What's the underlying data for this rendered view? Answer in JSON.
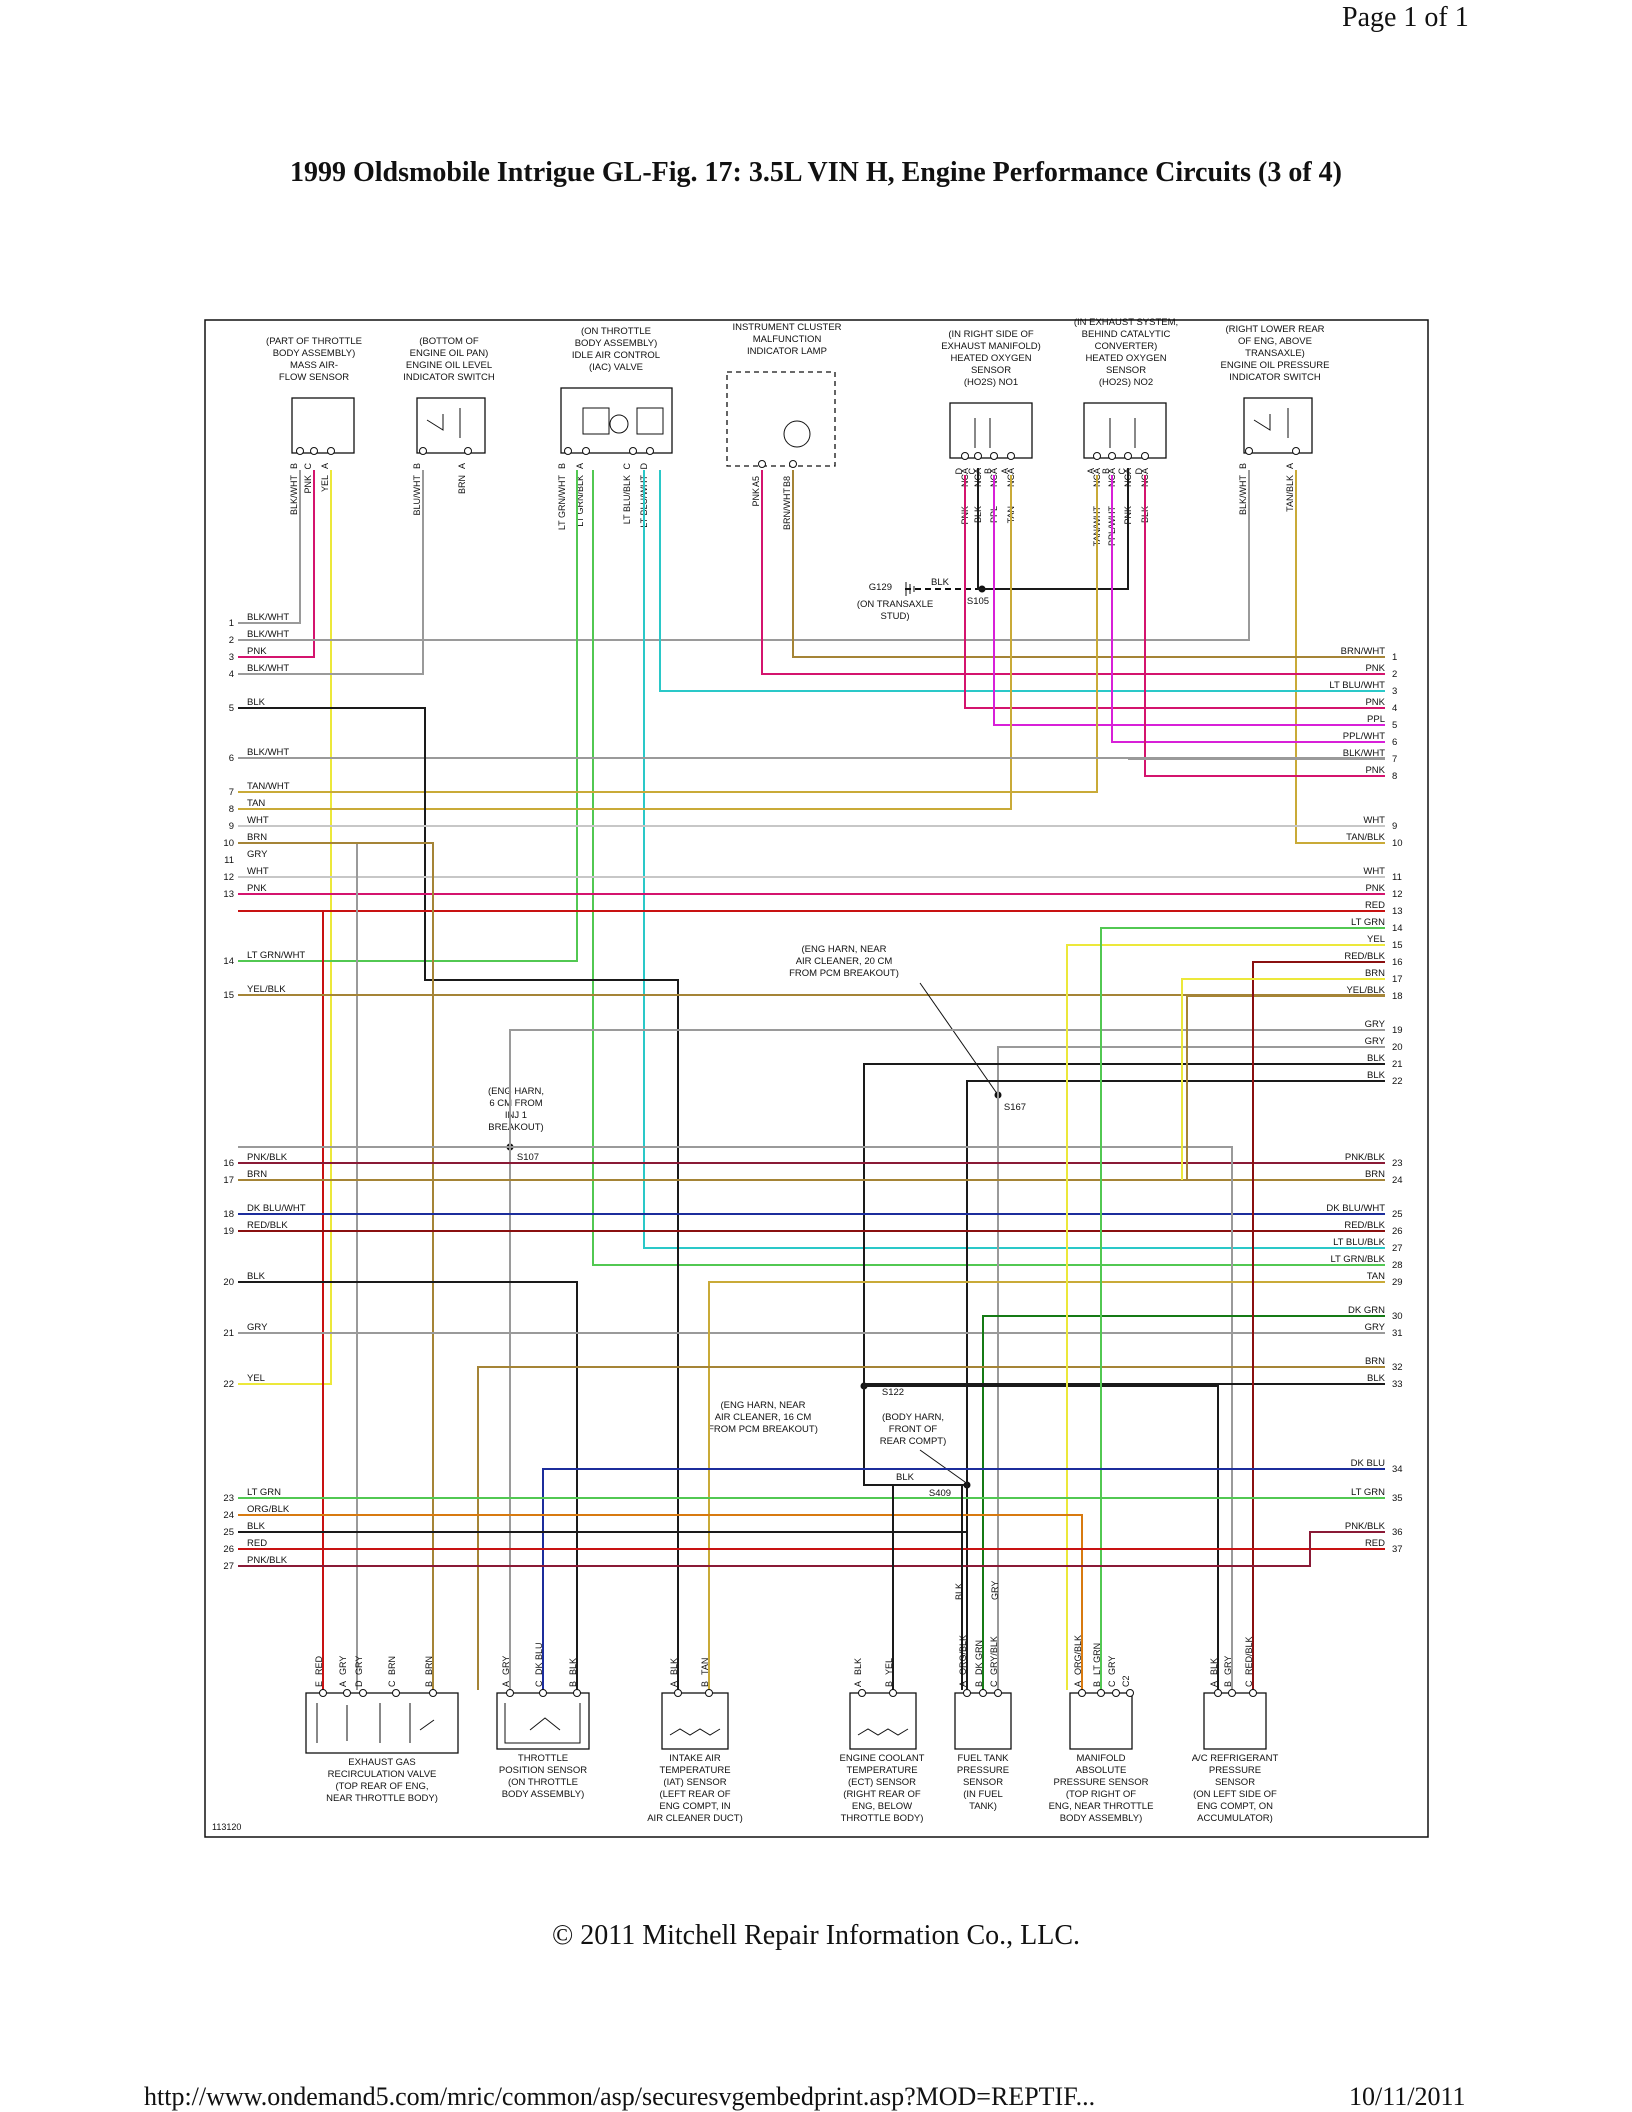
{
  "page": {
    "page_label": "Page 1 of 1",
    "title": "1999 Oldsmobile Intrigue GL-Fig. 17: 3.5L VIN H, Engine Performance Circuits (3 of 4)",
    "copyright": "© 2011 Mitchell Repair Information Co., LLC.",
    "url": "http://www.ondemand5.com/mric/common/asp/securesvgembedprint.asp?MOD=REPTIF...",
    "date": "10/11/2011",
    "figure_id": "113120"
  },
  "colors": {
    "BLK": "#1a1a1a",
    "PNK": "#d4146e",
    "YEL": "#ece83a",
    "BRN": "#a58436",
    "TAN": "#c9aa38",
    "GRY": "#9a9a9a",
    "WHT": "#c7c7c7",
    "RED": "#c81212",
    "LTGRN": "#52c852",
    "LTBLU": "#2ac8c8",
    "DKBLU": "#1c2d9c",
    "DKGRN": "#157a15",
    "PPL": "#d820d8",
    "ORG": "#d87a10",
    "PNKBLK": "#8a1a36",
    "REDBLK": "#8a1010"
  },
  "top_components": [
    {
      "desc": [
        "(PART OF THROTTLE",
        "BODY ASSEMBLY)",
        "MASS AIR-",
        "FLOW SENSOR"
      ],
      "pins": [
        "B",
        "C",
        "A"
      ],
      "wires": [
        "BLK/WHT",
        "PNK",
        "YEL"
      ]
    },
    {
      "desc": [
        "(BOTTOM OF",
        "ENGINE OIL PAN)",
        "ENGINE OIL LEVEL",
        "INDICATOR SWITCH"
      ],
      "pins": [
        "B",
        "A"
      ],
      "wires": [
        "BLU/WHT",
        "BRN"
      ]
    },
    {
      "desc": [
        "(ON THROTTLE",
        "BODY ASSEMBLY)",
        "IDLE AIR CONTROL",
        "(IAC) VALVE"
      ],
      "pins": [
        "B",
        "A",
        "C",
        "D"
      ],
      "wires": [
        "LT GRN/WHT",
        "LT GRN/BLK",
        "LT BLU/BLK",
        "LT BLU/WHT"
      ]
    },
    {
      "desc": [
        "INSTRUMENT CLUSTER",
        "MALFUNCTION",
        "INDICATOR LAMP"
      ],
      "pins": [
        "A5",
        "B8"
      ],
      "wires": [
        "PNK",
        "BRN/WHT"
      ]
    },
    {
      "desc": [
        "(IN RIGHT SIDE OF",
        "EXHAUST MANIFOLD)",
        "HEATED OXYGEN",
        "SENSOR",
        "(HO2S) NO1"
      ],
      "pins": [
        "D",
        "C",
        "B",
        "A"
      ],
      "wires": [
        "PNK",
        "BLK",
        "PPL",
        "TAN"
      ]
    },
    {
      "desc": [
        "(IN EXHAUST SYSTEM,",
        "BEHIND CATALYTIC",
        "CONVERTER)",
        "HEATED OXYGEN",
        "SENSOR",
        "(HO2S) NO2"
      ],
      "pins": [
        "A",
        "B",
        "C",
        "D"
      ],
      "wires": [
        "TAN/WHT",
        "PPL/WHT",
        "PNK",
        "BLK"
      ]
    },
    {
      "desc": [
        "(RIGHT LOWER REAR",
        "OF ENG, ABOVE",
        "TRANSAXLE)",
        "ENGINE OIL PRESSURE",
        "INDICATOR SWITCH"
      ],
      "pins": [
        "B",
        "A"
      ],
      "wires": [
        "BLK/WHT",
        "TAN/BLK"
      ]
    }
  ],
  "nca_label": "NCA",
  "ground": {
    "label": "G129",
    "note": [
      "(ON TRANSAXLE",
      "STUD)"
    ],
    "wire": "BLK",
    "splice": "S105"
  },
  "splices": [
    {
      "id": "S167",
      "note": [
        "(ENG HARN, NEAR",
        "AIR CLEANER, 20 CM",
        "FROM PCM BREAKOUT)"
      ]
    },
    {
      "id": "S107",
      "note": [
        "(ENG HARN,",
        "6 CM FROM",
        "INJ 1",
        "BREAKOUT)"
      ]
    },
    {
      "id": "S122",
      "note": [
        "(ENG HARN, NEAR",
        "AIR CLEANER, 16 CM",
        "FROM PCM BREAKOUT)"
      ]
    },
    {
      "id": "S409",
      "note": [
        "(BODY HARN,",
        "FRONT OF",
        "REAR COMPT)"
      ]
    }
  ],
  "s409_wire": "BLK",
  "left_connector": [
    {
      "num": "1",
      "wire": "BLK/WHT"
    },
    {
      "num": "2",
      "wire": "BLK/WHT"
    },
    {
      "num": "3",
      "wire": "PNK"
    },
    {
      "num": "4",
      "wire": "BLK/WHT"
    },
    {
      "num": "5",
      "wire": "BLK"
    },
    {
      "num": "6",
      "wire": "BLK/WHT"
    },
    {
      "num": "7",
      "wire": "TAN/WHT"
    },
    {
      "num": "8",
      "wire": "TAN"
    },
    {
      "num": "9",
      "wire": "WHT"
    },
    {
      "num": "10",
      "wire": "BRN"
    },
    {
      "num": "11",
      "wire": "GRY"
    },
    {
      "num": "12",
      "wire": "WHT"
    },
    {
      "num": "13",
      "wire": "PNK"
    },
    {
      "num": "14",
      "wire": "LT GRN/WHT"
    },
    {
      "num": "15",
      "wire": "YEL/BLK"
    },
    {
      "num": "16",
      "wire": "PNK/BLK"
    },
    {
      "num": "17",
      "wire": "BRN"
    },
    {
      "num": "18",
      "wire": "DK BLU/WHT"
    },
    {
      "num": "19",
      "wire": "RED/BLK"
    },
    {
      "num": "20",
      "wire": "BLK"
    },
    {
      "num": "21",
      "wire": "GRY"
    },
    {
      "num": "22",
      "wire": "YEL"
    },
    {
      "num": "23",
      "wire": "LT GRN"
    },
    {
      "num": "24",
      "wire": "ORG/BLK"
    },
    {
      "num": "25",
      "wire": "BLK"
    },
    {
      "num": "26",
      "wire": "RED"
    },
    {
      "num": "27",
      "wire": "PNK/BLK"
    }
  ],
  "right_connector": [
    {
      "num": "1",
      "wire": "BRN/WHT"
    },
    {
      "num": "2",
      "wire": "PNK"
    },
    {
      "num": "3",
      "wire": "LT BLU/WHT"
    },
    {
      "num": "4",
      "wire": "PNK"
    },
    {
      "num": "5",
      "wire": "PPL"
    },
    {
      "num": "6",
      "wire": "PPL/WHT"
    },
    {
      "num": "7",
      "wire": "BLK/WHT"
    },
    {
      "num": "8",
      "wire": "PNK"
    },
    {
      "num": "9",
      "wire": "WHT"
    },
    {
      "num": "10",
      "wire": "TAN/BLK"
    },
    {
      "num": "11",
      "wire": "WHT"
    },
    {
      "num": "12",
      "wire": "PNK"
    },
    {
      "num": "13",
      "wire": "RED"
    },
    {
      "num": "14",
      "wire": "LT GRN"
    },
    {
      "num": "15",
      "wire": "YEL"
    },
    {
      "num": "16",
      "wire": "RED/BLK"
    },
    {
      "num": "17",
      "wire": "BRN"
    },
    {
      "num": "18",
      "wire": "YEL/BLK"
    },
    {
      "num": "19",
      "wire": "GRY"
    },
    {
      "num": "20",
      "wire": "GRY"
    },
    {
      "num": "21",
      "wire": "BLK"
    },
    {
      "num": "22",
      "wire": "BLK"
    },
    {
      "num": "23",
      "wire": "PNK/BLK"
    },
    {
      "num": "24",
      "wire": "BRN"
    },
    {
      "num": "25",
      "wire": "DK BLU/WHT"
    },
    {
      "num": "26",
      "wire": "RED/BLK"
    },
    {
      "num": "27",
      "wire": "LT BLU/BLK"
    },
    {
      "num": "28",
      "wire": "LT GRN/BLK"
    },
    {
      "num": "29",
      "wire": "TAN"
    },
    {
      "num": "30",
      "wire": "DK GRN"
    },
    {
      "num": "31",
      "wire": "GRY"
    },
    {
      "num": "32",
      "wire": "BRN"
    },
    {
      "num": "33",
      "wire": "BLK"
    },
    {
      "num": "34",
      "wire": "DK BLU"
    },
    {
      "num": "35",
      "wire": "LT GRN"
    },
    {
      "num": "36",
      "wire": "PNK/BLK"
    },
    {
      "num": "37",
      "wire": "RED"
    }
  ],
  "bottom_components": [
    {
      "desc": [
        "EXHAUST GAS",
        "RECIRCULATION VALVE",
        "(TOP REAR OF ENG,",
        "NEAR THROTTLE BODY)"
      ],
      "pins": [
        "E",
        "A",
        "D",
        "C",
        "B"
      ],
      "wires": [
        "RED",
        "GRY",
        "GRY",
        "BRN",
        "BRN"
      ]
    },
    {
      "desc": [
        "THROTTLE",
        "POSITION SENSOR",
        "(ON THROTTLE",
        "BODY ASSEMBLY)"
      ],
      "pins": [
        "A",
        "C",
        "B"
      ],
      "wires": [
        "GRY",
        "DK BLU",
        "BLK"
      ]
    },
    {
      "desc": [
        "INTAKE AIR",
        "TEMPERATURE",
        "(IAT) SENSOR",
        "(LEFT REAR OF",
        "ENG COMPT, IN",
        "AIR CLEANER DUCT)"
      ],
      "pins": [
        "A",
        "B"
      ],
      "wires": [
        "BLK",
        "TAN"
      ]
    },
    {
      "desc": [
        "ENGINE COOLANT",
        "TEMPERATURE",
        "(ECT) SENSOR",
        "(RIGHT REAR OF",
        "ENG, BELOW",
        "THROTTLE BODY)"
      ],
      "pins": [
        "A",
        "B"
      ],
      "wires": [
        "BLK",
        "YEL"
      ]
    },
    {
      "desc": [
        "FUEL TANK",
        "PRESSURE",
        "SENSOR",
        "(IN FUEL",
        "TANK)"
      ],
      "pins": [
        "A",
        "B",
        "C"
      ],
      "wires": [
        "ORG/BLK",
        "DK GRN",
        "GRY/BLK"
      ],
      "extra_wires": [
        "BLK",
        "GRY"
      ]
    },
    {
      "desc": [
        "MANIFOLD",
        "ABSOLUTE",
        "PRESSURE SENSOR",
        "(TOP RIGHT OF",
        "ENG, NEAR THROTTLE",
        "BODY ASSEMBLY)"
      ],
      "pins": [
        "A",
        "B",
        "C",
        "C2"
      ],
      "wires": [
        "ORG/BLK",
        "LT GRN",
        "GRY",
        ""
      ]
    },
    {
      "desc": [
        "A/C REFRIGERANT",
        "PRESSURE",
        "SENSOR",
        "(ON LEFT SIDE OF",
        "ENG COMPT, ON",
        "ACCUMULATOR)"
      ],
      "pins": [
        "A",
        "B",
        "C"
      ],
      "wires": [
        "BLK",
        "GRY",
        "RED/BLK"
      ]
    }
  ]
}
